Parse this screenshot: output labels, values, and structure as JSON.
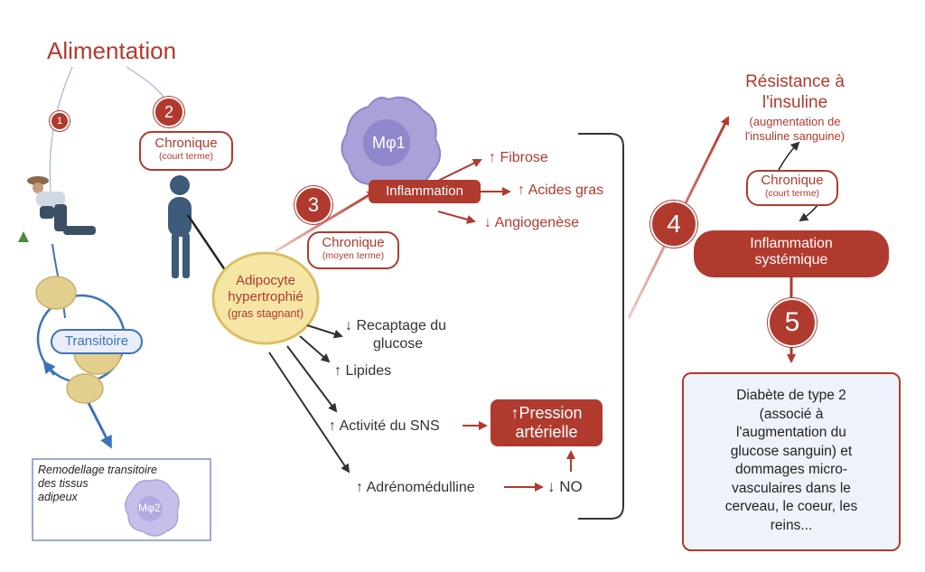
{
  "title": "Alimentation",
  "steps": [
    "1",
    "2",
    "3",
    "4",
    "5"
  ],
  "chronique_court": {
    "label": "Chronique",
    "sub": "(court terme)"
  },
  "chronique_moyen": {
    "label": "Chronique",
    "sub": "(moyen terme)"
  },
  "chronique_insuline": {
    "label": "Chronique",
    "sub": "(court terme)"
  },
  "transitoire": "Transitoire",
  "remodelage": {
    "line1": "Remodellage transitoire",
    "line2": "des tissus",
    "line3": "adipeux",
    "cell": "Mφ2"
  },
  "macrophage1": "Mφ1",
  "adipocyte": {
    "line1": "Adipocyte",
    "line2": "hypertrophié",
    "line3": "(gras stagnant)"
  },
  "inflammation": "Inflammation",
  "fibrose": "↑ Fibrose",
  "acides_gras": "↑ Acides gras",
  "angiogenese": "↓ Angiogenèse",
  "effects": {
    "recaptage_1": "↓ Recaptage du",
    "recaptage_2": "glucose",
    "lipides": "↑ Lipides",
    "sns": "↑ Activité du SNS",
    "adreno": "↑ Adrénomédulline",
    "no": "↓ NO"
  },
  "pression": {
    "line1": "↑Pression",
    "line2": "artérielle"
  },
  "resistance": {
    "line1": "Résistance à",
    "line2": "l'insuline",
    "line3": "(augmentation de",
    "line4": "l'insuline sanguine)"
  },
  "inflammation_systemique": {
    "line1": "Inflammation",
    "line2": "systémique"
  },
  "diabete": [
    "Diabète de type 2",
    "(associé à",
    "l'augmentation du",
    "glucose sanguin) et",
    "dommages micro-",
    "vasculaires dans le",
    "cerveau, le coeur, les",
    "reins..."
  ],
  "colors": {
    "accent_red": "#b03a2e",
    "blue": "#3b73b9",
    "cell_purple": "#a8a2d8",
    "fat_yellow": "#f3e3a0"
  }
}
